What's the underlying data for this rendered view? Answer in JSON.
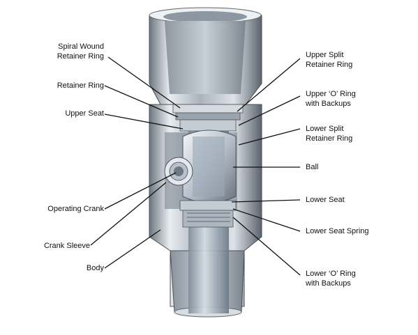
{
  "left_labels": [
    "Spiral Wound\nRetainer Ring",
    "Retainer Ring",
    "Upper Seat",
    "Operating Crank",
    "Crank Sleeve",
    "Body"
  ],
  "right_labels": [
    "Upper Split\nRetainer Ring",
    "Upper ‘O’ Ring\nwith Backups",
    "Lower Split\nRetainer Ring",
    "Ball",
    "Lower Seat",
    "Lower Seat Spring",
    "Lower ‘O’ Ring\nwith Backups"
  ],
  "colors": {
    "steel_light": "#dfe3e8",
    "steel_mid": "#a9b1ba",
    "steel_dark": "#5e6670",
    "bore_blue": "#8fa6bd",
    "leader": "#111111"
  }
}
